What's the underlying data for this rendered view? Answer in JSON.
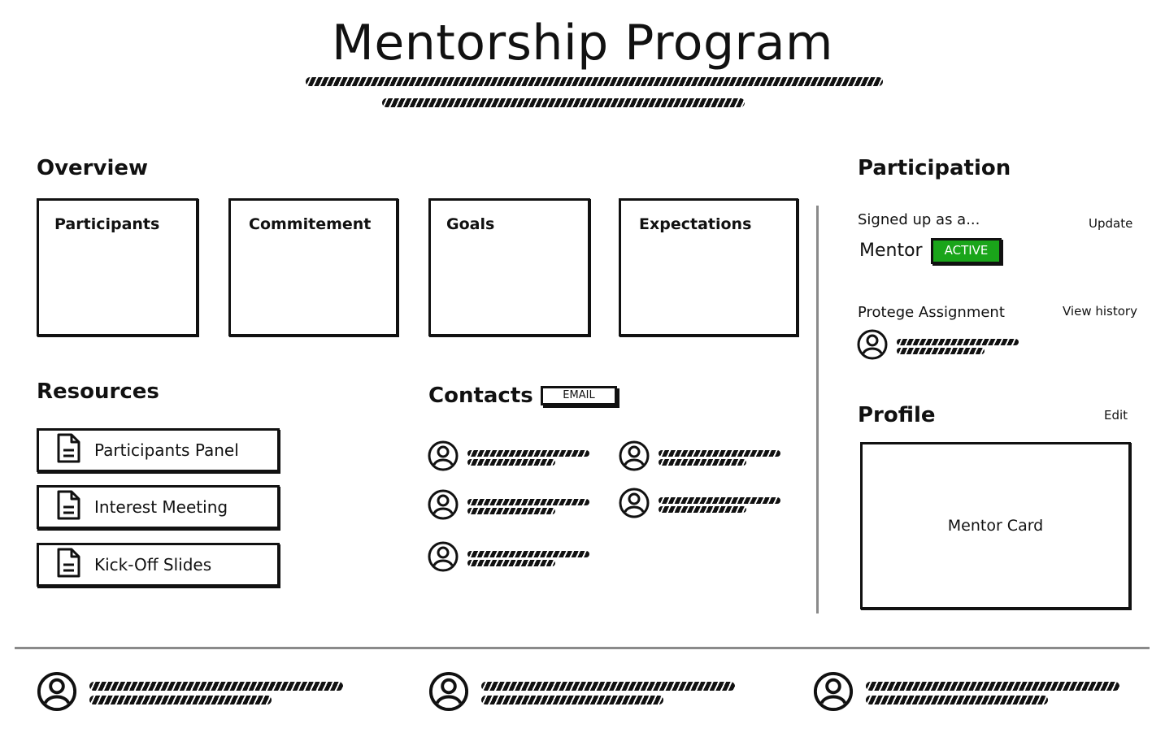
{
  "header": {
    "title": "Mentorship Program"
  },
  "overview": {
    "heading": "Overview",
    "cards": [
      {
        "label": "Participants"
      },
      {
        "label": "Commitement"
      },
      {
        "label": "Goals"
      },
      {
        "label": "Expectations"
      }
    ]
  },
  "resources": {
    "heading": "Resources",
    "items": [
      {
        "label": "Participants Panel",
        "icon": "document-icon"
      },
      {
        "label": "Interest Meeting",
        "icon": "document-icon"
      },
      {
        "label": "Kick-Off Slides",
        "icon": "document-icon"
      }
    ]
  },
  "contacts": {
    "heading": "Contacts",
    "email_label": "EMAIL",
    "icon": "user-avatar-icon"
  },
  "participation": {
    "heading": "Participation",
    "signed_up_label": "Signed up as a...",
    "update_label": "Update",
    "role": "Mentor",
    "status": "ACTIVE",
    "protege_label": "Protege Assignment",
    "view_history_label": "View history"
  },
  "profile": {
    "heading": "Profile",
    "edit_label": "Edit",
    "card_label": "Mentor Card"
  },
  "colors": {
    "active": "#1aa51a",
    "ink": "#111111",
    "divider": "#8a8a8a"
  }
}
